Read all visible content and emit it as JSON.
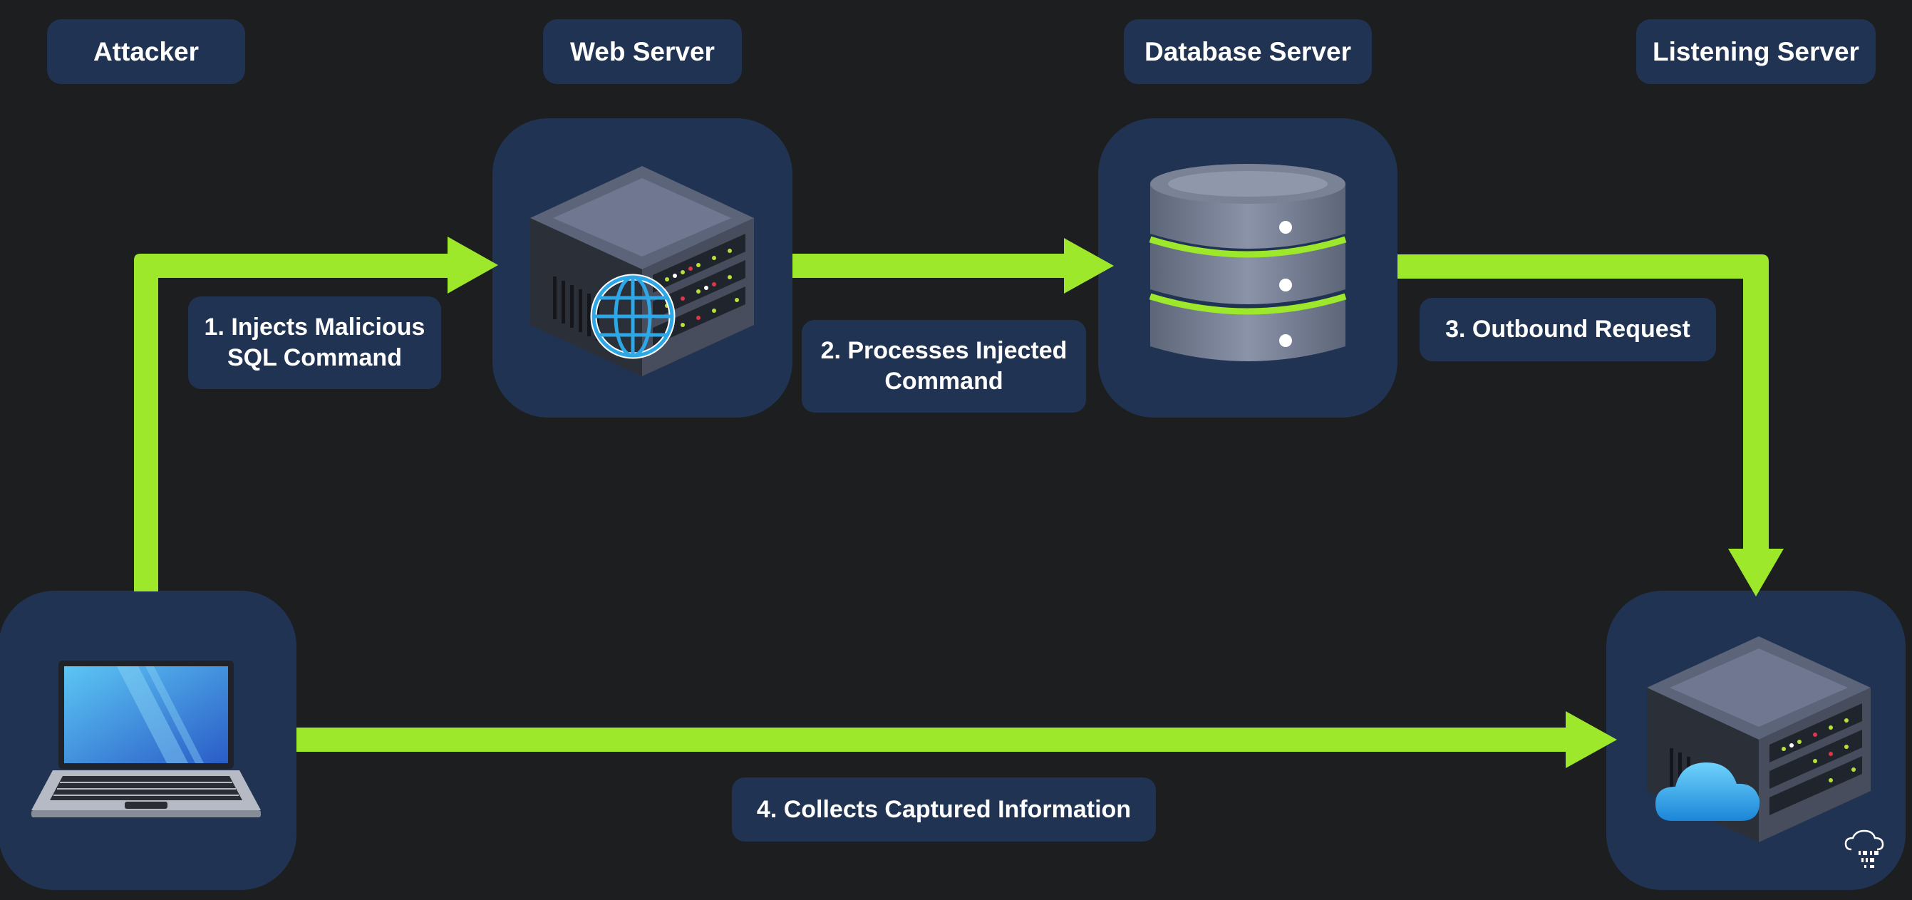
{
  "headers": {
    "attacker": "Attacker",
    "web_server": "Web Server",
    "database_server": "Database Server",
    "listening_server": "Listening Server"
  },
  "steps": {
    "step1_line1": "1.  Injects Malicious",
    "step1_line2": "SQL Command",
    "step2_line1": "2. Processes Injected",
    "step2_line2": "Command",
    "step3": "3. Outbound Request",
    "step4": "4. Collects Captured Information"
  },
  "icons": {
    "attacker": "laptop-icon",
    "web_server": "web-server-globe-icon",
    "database_server": "database-icon",
    "listening_server": "cloud-server-icon",
    "corner_badge": "cloud-binary-icon"
  },
  "colors": {
    "background": "#1d1e20",
    "panel": "#213352",
    "arrow": "#9ee82b",
    "text": "#ffffff"
  }
}
